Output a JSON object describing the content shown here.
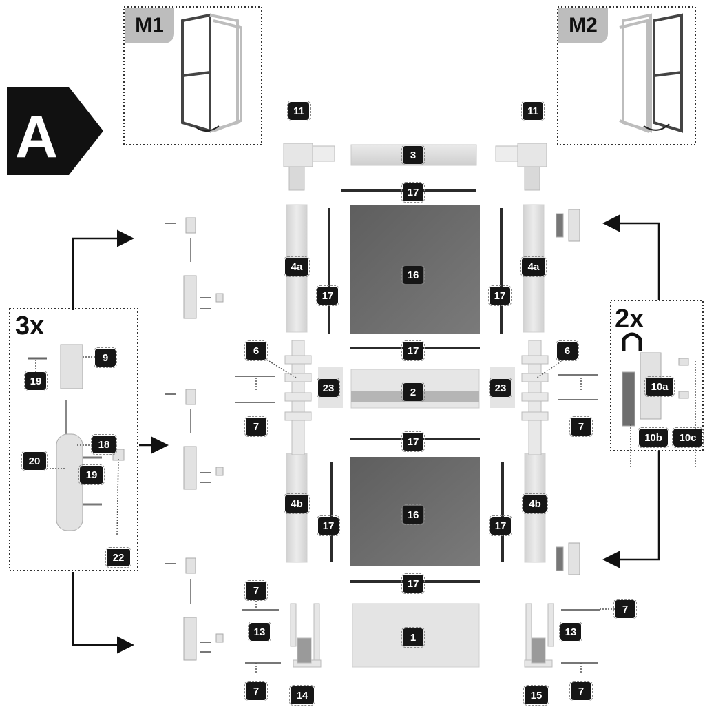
{
  "section": "A",
  "mounting": {
    "m1": "M1",
    "m2": "M2"
  },
  "kits": {
    "left_qty": "3x",
    "right_qty": "2x"
  },
  "labels": {
    "l11a": "11",
    "l11b": "11",
    "l3": "3",
    "l17a": "17",
    "l4a_l": "4a",
    "l4a_r": "4a",
    "l17b": "17",
    "l17c": "17",
    "l16a": "16",
    "l17d": "17",
    "l6a": "6",
    "l6b": "6",
    "l23a": "23",
    "l23b": "23",
    "l2": "2",
    "l7a": "7",
    "l7b": "7",
    "l17e": "17",
    "l4b_l": "4b",
    "l4b_r": "4b",
    "l17f": "17",
    "l17g": "17",
    "l16b": "16",
    "l17h": "17",
    "l7c": "7",
    "l7d": "7",
    "l7e": "7",
    "l7f": "7",
    "l13a": "13",
    "l13b": "13",
    "l1": "1",
    "l14": "14",
    "l15": "15",
    "l9": "9",
    "l19a": "19",
    "l18": "18",
    "l20": "20",
    "l19b": "19",
    "l22": "22",
    "l10a": "10a",
    "l10b": "10b",
    "l10c": "10c"
  },
  "colors": {
    "label_bg": "#161616",
    "panel": "#6b6b6b",
    "profile": "#e3e3e3",
    "rod": "#2b2b2b",
    "tag_bg": "#bdbdbd"
  }
}
